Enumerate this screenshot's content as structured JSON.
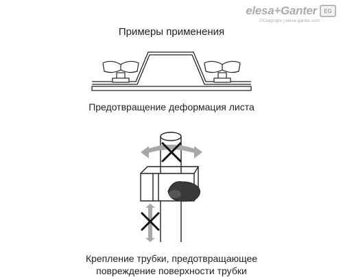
{
  "logo": {
    "brand": "elesa+Ganter",
    "badge": "EG",
    "copyright": "©Copyright | elesa-ganter.com"
  },
  "title": "Примеры применения",
  "caption_sheet": "Предотвращение деформация листа",
  "caption_tube": {
    "line1": "Крепление трубки, предотвращающее",
    "line2": "повреждение поверхности трубки"
  },
  "colors": {
    "stroke": "#222222",
    "arrow_fill": "#a8a8a8",
    "knob_fill": "#3a3a3a",
    "cross": "#111111"
  }
}
